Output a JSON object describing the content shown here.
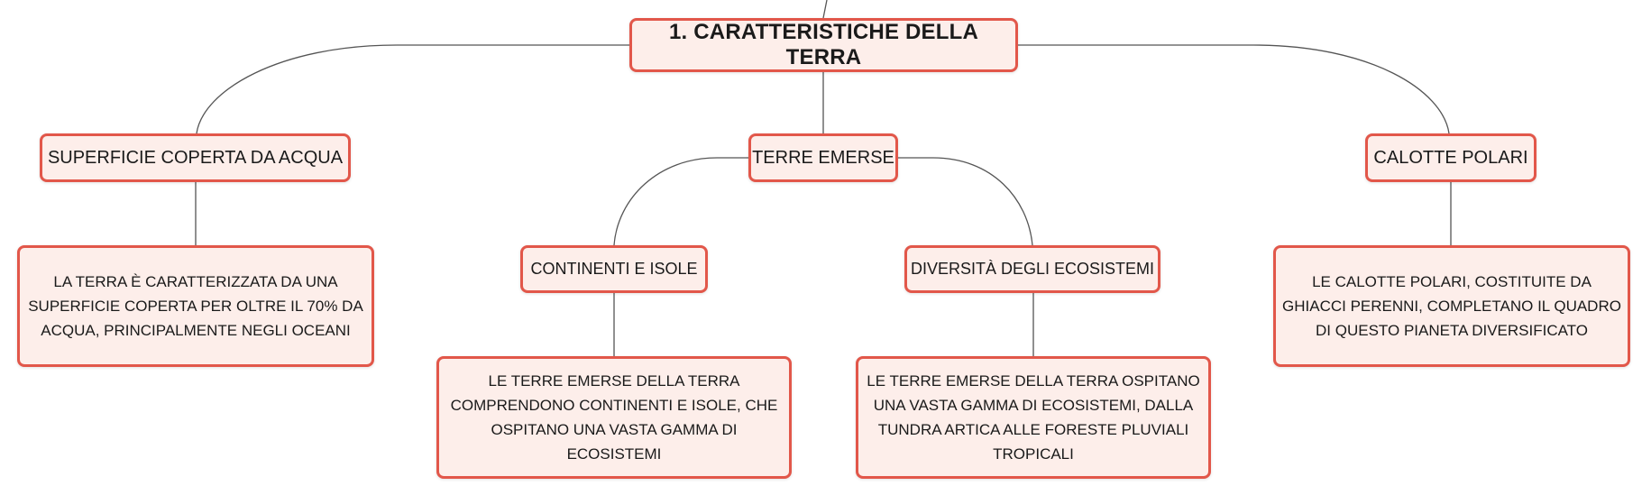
{
  "map": {
    "root": "1. CARATTERISTICHE DELLA TERRA",
    "branches": {
      "water": {
        "title": "SUPERFICIE COPERTA DA ACQUA",
        "text": "LA TERRA È CARATTERIZZATA DA UNA SUPERFICIE COPERTA PER OLTRE IL 70% DA ACQUA, PRINCIPALMENTE NEGLI OCEANI"
      },
      "land": {
        "title": "TERRE EMERSE",
        "continents": {
          "title": "CONTINENTI E ISOLE",
          "text": "LE TERRE EMERSE DELLA TERRA COMPRENDONO CONTINENTI E ISOLE, CHE OSPITANO UNA VASTA GAMMA DI ECOSISTEMI"
        },
        "ecosystems": {
          "title": "DIVERSITÀ DEGLI ECOSISTEMI",
          "text": "LE TERRE EMERSE DELLA TERRA OSPITANO UNA VASTA GAMMA DI ECOSISTEMI, DALLA TUNDRA ARTICA ALLE FORESTE PLUVIALI TROPICALI"
        }
      },
      "polar": {
        "title": "CALOTTE POLARI",
        "text": "LE CALOTTE POLARI, COSTITUITE DA GHIACCI PERENNI, COMPLETANO IL QUADRO DI QUESTO PIANETA DIVERSIFICATO"
      }
    }
  }
}
